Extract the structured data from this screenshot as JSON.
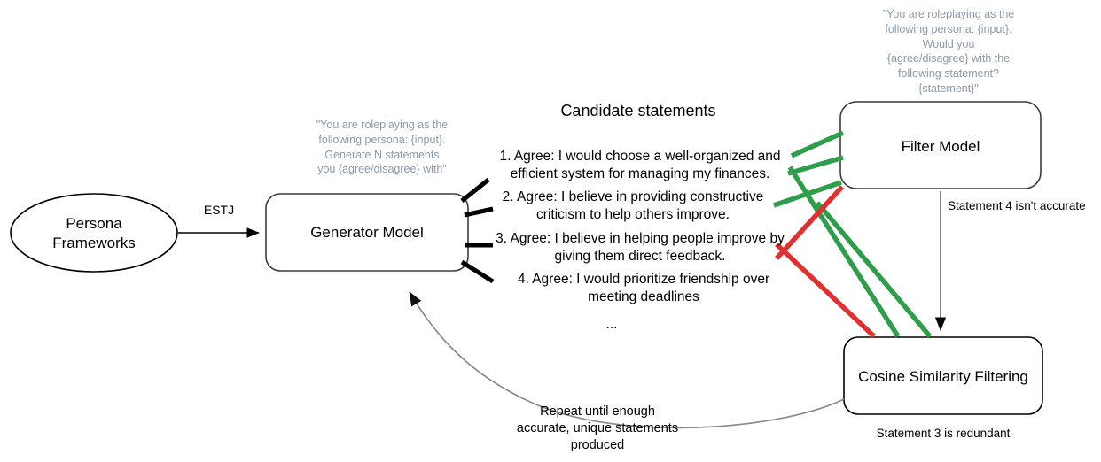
{
  "nodes": {
    "persona": {
      "label": "Persona\nFrameworks"
    },
    "generator": {
      "label": "Generator Model"
    },
    "filter": {
      "label": "Filter Model"
    },
    "cosine": {
      "label": "Cosine Similarity Filtering"
    }
  },
  "edges": {
    "persona_to_generator_label": "ESTJ",
    "filter_to_cosine_label": "Statement 4 isn't accurate",
    "cosine_note": "Statement 3 is redundant",
    "feedback_label": "Repeat until enough\naccurate, unique statements\nproduced"
  },
  "prompts": {
    "generator_prompt": "\"You are roleplaying as the\nfollowing persona: {input}.\nGenerate N statements\nyou {agree/disagree} with\"",
    "filter_prompt": "\"You are roleplaying as the\nfollowing persona: {input}.\nWould you\n{agree/disagree} with the\nfollowing statement?\n{statement}\""
  },
  "candidates": {
    "title": "Candidate statements",
    "items": [
      "1. Agree: I would choose a well-organized and\nefficient system for managing my finances.",
      "2. Agree: I believe in providing constructive\ncriticism to help others improve.",
      "3. Agree: I believe in helping people improve by\ngiving them direct feedback.",
      "4. Agree: I would prioritize friendship over\nmeeting deadlines"
    ],
    "ellipsis": "..."
  },
  "colors": {
    "accept_green": "#2e9e4b",
    "reject_red": "#e03030",
    "node_stroke": "#3b3b3b",
    "gray_arrow": "#8a8a8a",
    "prompt_text": "#8d99a8",
    "black": "#000000"
  }
}
